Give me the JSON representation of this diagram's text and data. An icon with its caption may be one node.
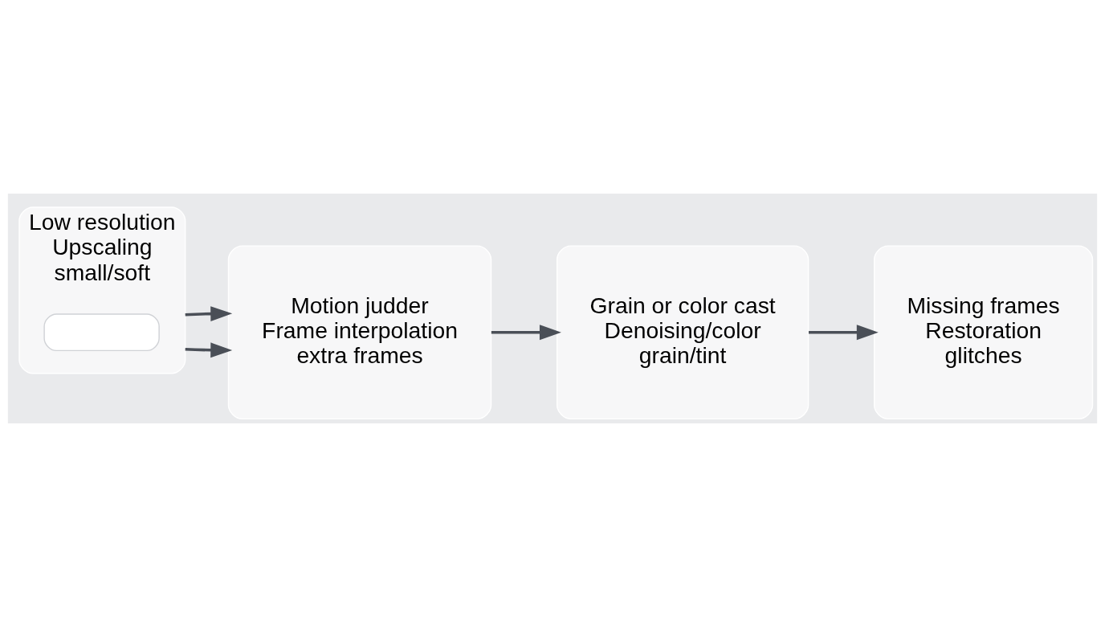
{
  "diagram": {
    "nodes": [
      {
        "text": [
          "Low resolution",
          "Upscaling",
          "small/soft"
        ]
      },
      {
        "text": [],
        "shape": "box",
        "in": 0
      },
      {
        "text": [
          "Motion judder",
          "Frame interpolation",
          "extra frames"
        ]
      },
      {
        "text": [
          "Grain or color cast",
          "Denoising/color",
          "grain/tint"
        ]
      },
      {
        "text": [
          "Missing frames",
          "Restoration",
          "glitches"
        ]
      }
    ],
    "edges": [
      {
        "from": 0,
        "to": 2,
        "arrow": "to"
      },
      {
        "from": 0,
        "to": 2,
        "arrow": "to"
      },
      {
        "from": 2,
        "to": 3,
        "arrow": "to"
      },
      {
        "from": 3,
        "to": 4,
        "arrow": "to"
      }
    ]
  }
}
